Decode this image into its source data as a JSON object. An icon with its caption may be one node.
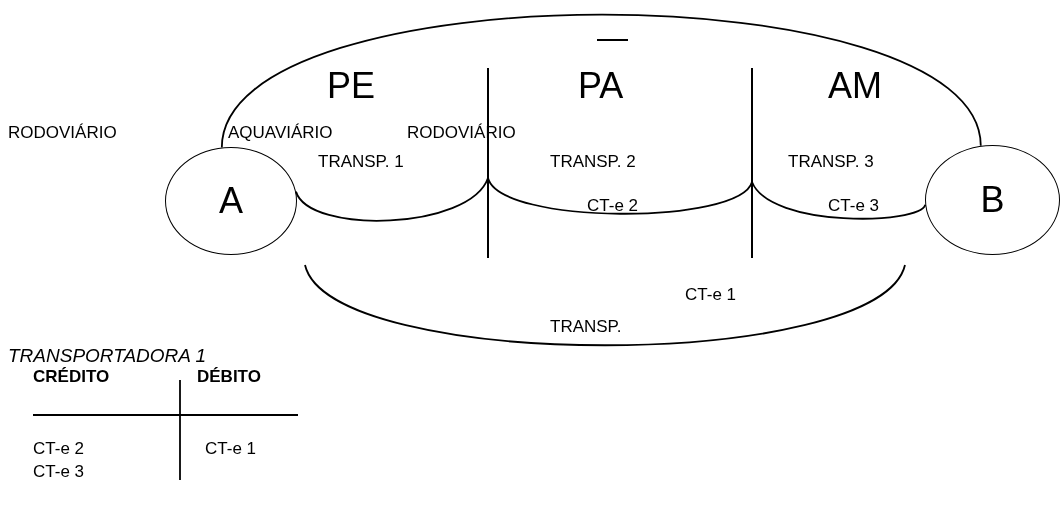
{
  "diagram": {
    "nodes": [
      {
        "text": [
          "A"
        ]
      },
      {
        "text": [],
        "shape": "bar"
      },
      {
        "text": [],
        "shape": "bar"
      },
      {
        "text": [
          "B"
        ]
      }
    ],
    "edges": [
      {
        "from": 0,
        "to": 3,
        "arrow": "none"
      },
      {
        "from": 0,
        "to": 1,
        "arrow": "none"
      },
      {
        "from": 1,
        "to": 2,
        "arrow": "none"
      },
      {
        "from": 2,
        "to": 3,
        "arrow": "none"
      }
    ],
    "labels": [
      "PE",
      "PA",
      "AM",
      "RODOVIÁRIO",
      "AQUAVIÁRIO",
      "RODOVIÁRIO",
      "TRANSP. 1",
      "TRANSP. 2",
      "TRANSP. 3",
      "CT-e 2",
      "CT-e 3",
      "CT-e 1",
      "TRANSP.",
      "TRANSPORTADORA 1",
      "CRÉDITO",
      "DÉBITO",
      "CT-e 2",
      "CT-e 1",
      "CT-e 3"
    ]
  }
}
